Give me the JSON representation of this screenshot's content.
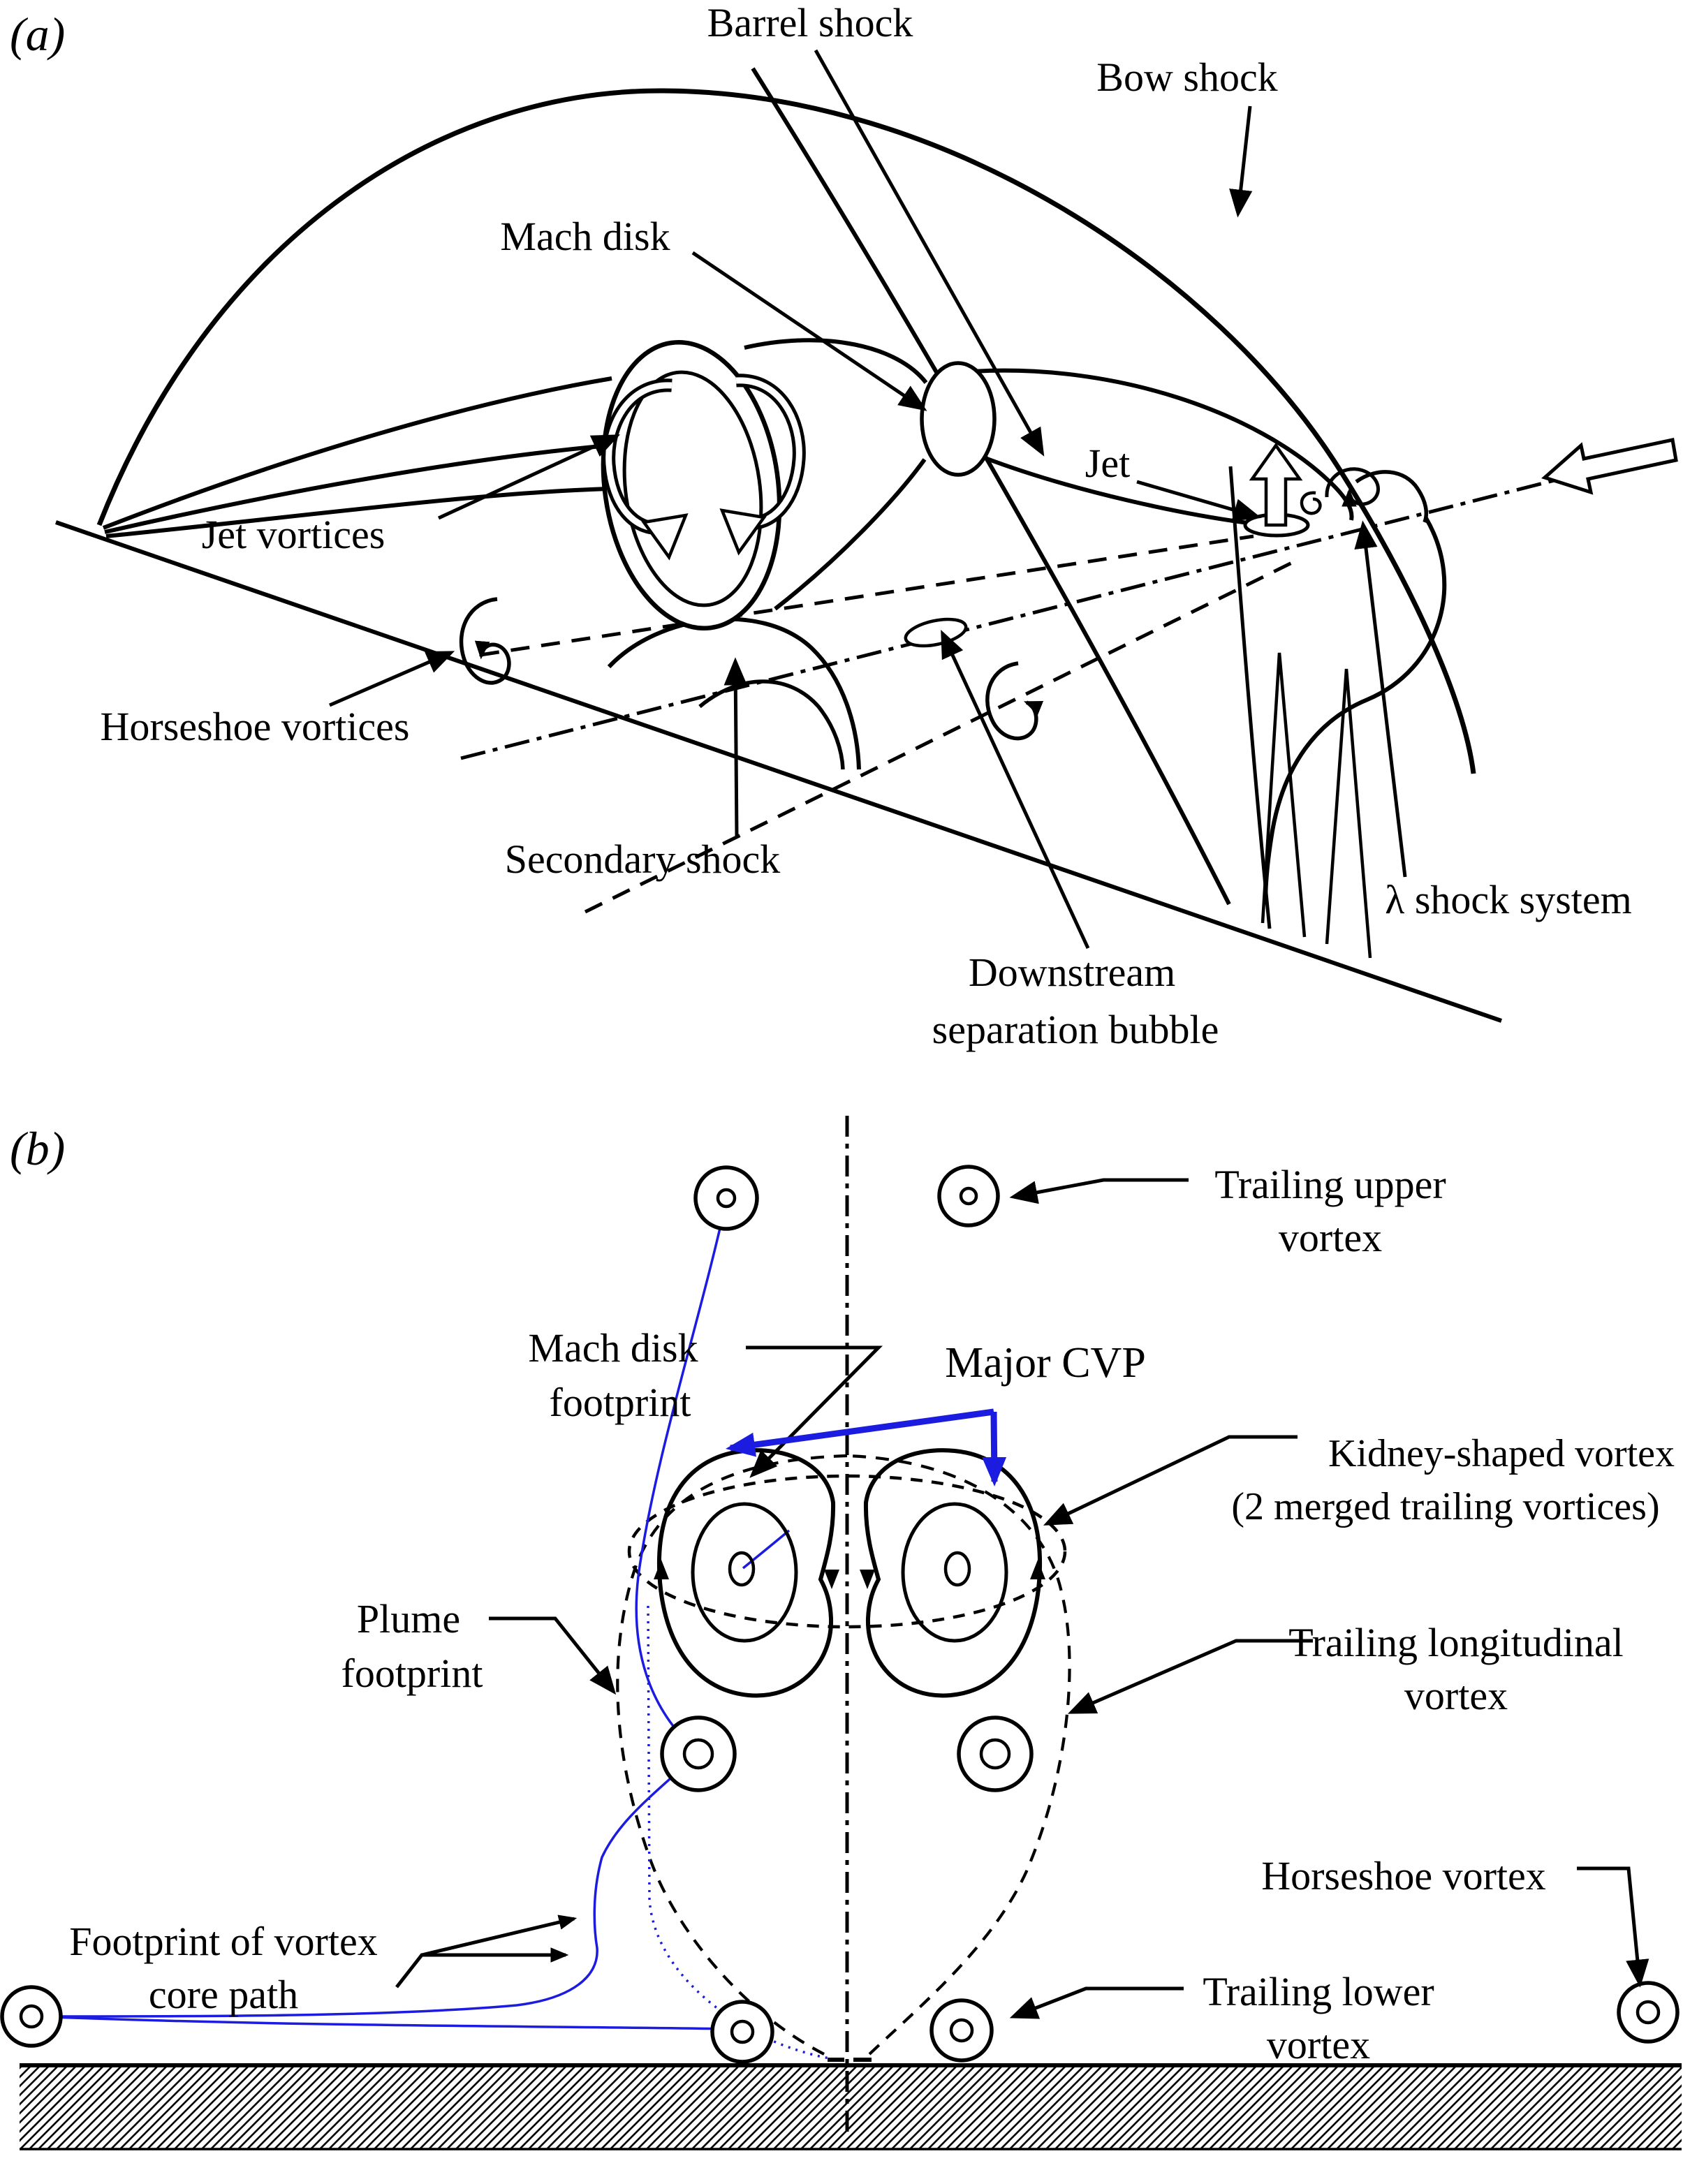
{
  "meta": {
    "panel_a_tag": "(a)",
    "panel_b_tag": "(b)"
  },
  "colors": {
    "ink": "#000000",
    "accent_blue": "#1c1ce0",
    "background": "#ffffff"
  },
  "panel_a": {
    "labels": {
      "barrel_shock": "Barrel shock",
      "bow_shock": "Bow shock",
      "mach_disk": "Mach disk",
      "jet_vortices": "Jet vortices",
      "jet": "Jet",
      "horseshoe_vortices": "Horseshoe vortices",
      "secondary_shock": "Secondary shock",
      "downstream_bubble_lines": [
        "Downstream",
        "separation bubble"
      ],
      "lambda_shock": "λ shock system"
    }
  },
  "panel_b": {
    "labels": {
      "trailing_upper_lines": [
        "Trailing upper",
        "vortex"
      ],
      "mach_disk_footprint_lines": [
        "Mach disk",
        "footprint"
      ],
      "major_cvp": "Major CVP",
      "kidney_lines": [
        "Kidney-shaped vortex",
        "(2 merged trailing vortices)"
      ],
      "plume_footprint_lines": [
        "Plume",
        "footprint"
      ],
      "trailing_longitudinal_lines": [
        "Trailing longitudinal",
        "vortex"
      ],
      "footprint_core_lines": [
        "Footprint of vortex",
        "core path"
      ],
      "trailing_lower_lines": [
        "Trailing lower",
        "vortex"
      ],
      "horseshoe_vortex": "Horseshoe vortex"
    }
  }
}
